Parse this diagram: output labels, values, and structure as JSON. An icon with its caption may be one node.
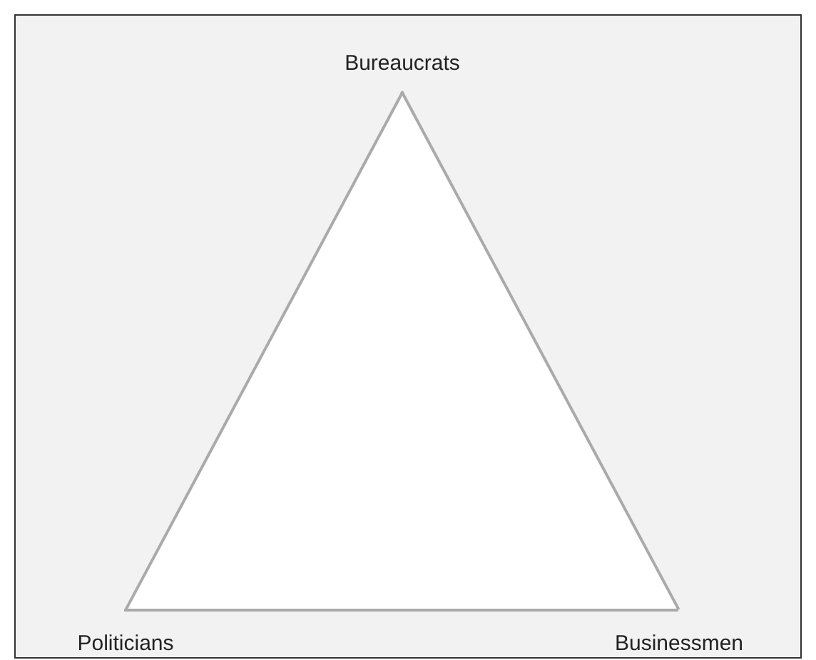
{
  "diagram": {
    "nodes": [
      {
        "text": [
          "Bureaucrats"
        ]
      },
      {
        "text": [
          "Politicians"
        ]
      },
      {
        "text": [
          "Businessmen"
        ]
      }
    ],
    "edges": [
      {
        "from": 0,
        "to": 1,
        "arrow": "none"
      },
      {
        "from": 0,
        "to": 2,
        "arrow": "none"
      },
      {
        "from": 1,
        "to": 2,
        "arrow": "none"
      }
    ]
  }
}
